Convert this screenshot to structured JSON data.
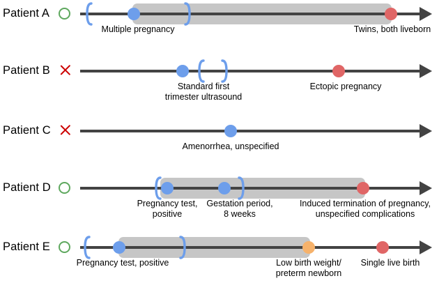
{
  "figure": {
    "type": "patient-timeline-diagram",
    "description": "Five patient event timelines with pregnancy episode intervals",
    "colors": {
      "axis": "#434343",
      "band": "#c6c6c6",
      "bracket": "#6d9eeb",
      "dot_blue": "#6d9eeb",
      "dot_red": "#e06666",
      "dot_orange": "#f6b26b",
      "status_ok": "#5ea85e",
      "status_bad": "#cc0000"
    },
    "legend_semantics": {
      "green-circle-icon": "valid / included patient",
      "red-x-icon": "invalid / excluded patient",
      "blue-dot-icon": "clinical event during pregnancy",
      "red-dot-icon": "outcome event",
      "orange-dot-icon": "newborn condition event",
      "bracket-icon": "inferred pregnancy episode boundary",
      "gray-band": "pregnancy episode span"
    }
  },
  "rows": [
    {
      "id": "patient-a",
      "label": "Patient A",
      "status": "green-circle-icon",
      "events": [
        {
          "name": "blue-dot",
          "color": "blue"
        },
        {
          "name": "red-dot",
          "color": "red"
        }
      ],
      "captions": [
        {
          "text": "Multiple pregnancy"
        },
        {
          "text": "Twins, both liveborn"
        }
      ]
    },
    {
      "id": "patient-b",
      "label": "Patient B",
      "status": "red-x-icon",
      "events": [
        {
          "name": "blue-dot",
          "color": "blue"
        },
        {
          "name": "red-dot",
          "color": "red"
        }
      ],
      "captions": [
        {
          "text": "Standard first\ntrimester ultrasound"
        },
        {
          "text": "Ectopic pregnancy"
        }
      ]
    },
    {
      "id": "patient-c",
      "label": "Patient C",
      "status": "red-x-icon",
      "events": [
        {
          "name": "blue-dot",
          "color": "blue"
        }
      ],
      "captions": [
        {
          "text": "Amenorrhea, unspecified"
        }
      ]
    },
    {
      "id": "patient-d",
      "label": "Patient D",
      "status": "green-circle-icon",
      "events": [
        {
          "name": "blue-dot",
          "color": "blue"
        },
        {
          "name": "blue-dot",
          "color": "blue"
        },
        {
          "name": "red-dot",
          "color": "red"
        }
      ],
      "captions": [
        {
          "text": "Pregnancy test,\npositive"
        },
        {
          "text": "Gestation period,\n8 weeks"
        },
        {
          "text": "Induced termination of pregnancy,\nunspecified complications"
        }
      ]
    },
    {
      "id": "patient-e",
      "label": "Patient E",
      "status": "green-circle-icon",
      "events": [
        {
          "name": "blue-dot",
          "color": "blue"
        },
        {
          "name": "orange-dot",
          "color": "orange"
        },
        {
          "name": "red-dot",
          "color": "red"
        }
      ],
      "captions": [
        {
          "text": "Pregnancy test, positive"
        },
        {
          "text": "Low birth weight/\npreterm newborn"
        },
        {
          "text": "Single live birth"
        }
      ]
    }
  ]
}
